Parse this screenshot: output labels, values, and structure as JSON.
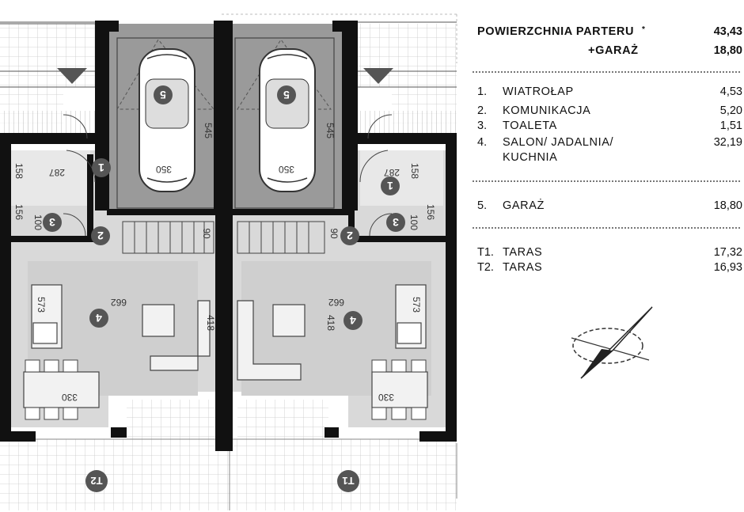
{
  "summary": {
    "ground_floor_label": "POWIERZCHNIA PARTERU",
    "ground_floor_mark": "*",
    "ground_floor_value": "43,43",
    "garage_label": "+GARAŻ",
    "garage_value": "18,80"
  },
  "rooms": [
    {
      "num": "1.",
      "label": "WIATROŁAP",
      "value": "4,53"
    },
    {
      "num": "2.",
      "label": "KOMUNIKACJA",
      "value": "5,20"
    },
    {
      "num": "3.",
      "label": "TOALETA",
      "value": "1,51"
    },
    {
      "num": "4.",
      "label": "SALON/ JADALNIA/",
      "label2": "KUCHNIA",
      "value": "32,19"
    }
  ],
  "garage": {
    "num": "5.",
    "label": "GARAŻ",
    "value": "18,80"
  },
  "terraces": [
    {
      "num": "T1.",
      "label": "TARAS",
      "value": "17,32"
    },
    {
      "num": "T2.",
      "label": "TARAS",
      "value": "16,93"
    }
  ],
  "plan": {
    "room_markers": [
      "1",
      "2",
      "3",
      "4",
      "5",
      "1",
      "2",
      "3",
      "4",
      "5"
    ],
    "terrace_markers": [
      "T2",
      "T1"
    ],
    "dimensions": [
      "545",
      "350",
      "545",
      "350",
      "287",
      "158",
      "100",
      "156",
      "287",
      "158",
      "100",
      "156",
      "90",
      "90",
      "662",
      "573",
      "418",
      "330",
      "662",
      "573",
      "418",
      "330"
    ]
  },
  "colors": {
    "wall": "#111111",
    "garage_fill": "#9a9a9a",
    "room_fill": "#d4d4d4",
    "marker_fill": "#555555"
  }
}
